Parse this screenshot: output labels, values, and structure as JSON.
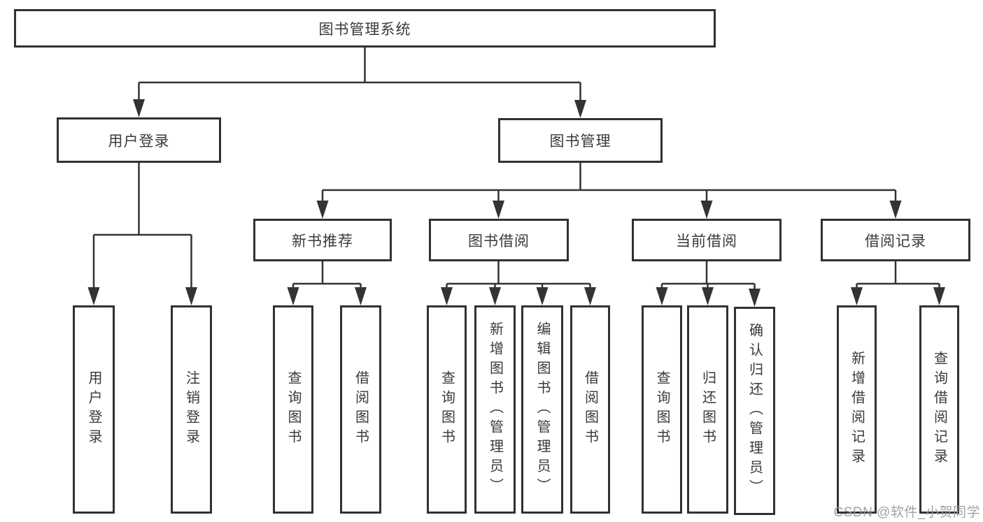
{
  "diagram": {
    "type": "hierarchy-tree",
    "colors": {
      "line": "#333333",
      "box_border": "#313131",
      "text": "#3a3a3a",
      "background": "#ffffff",
      "watermark": "#9b9b9b"
    },
    "nodes": {
      "root": "图书管理系统",
      "user_login": "用户登录",
      "book_mgmt": "图书管理",
      "new_book_rec": "新书推荐",
      "book_borrow": "图书借阅",
      "current_borrow": "当前借阅",
      "borrow_records": "借阅记录",
      "leaf_user_login": "用户登录",
      "leaf_logout": "注销登录",
      "leaf_nb_query": "查询图书",
      "leaf_nb_borrow": "借阅图书",
      "leaf_bb_query": "查询图书",
      "leaf_bb_add": "新增图书（管理员）",
      "leaf_bb_edit": "编辑图书（管理员）",
      "leaf_bb_borrow": "借阅图书",
      "leaf_cb_query": "查询图书",
      "leaf_cb_return": "归还图书",
      "leaf_cb_confirm": "确认归还（管理员）",
      "leaf_br_add": "新增借阅记录",
      "leaf_br_query": "查询借阅记录"
    },
    "watermark": "CSDN @软件_小贺同学"
  }
}
